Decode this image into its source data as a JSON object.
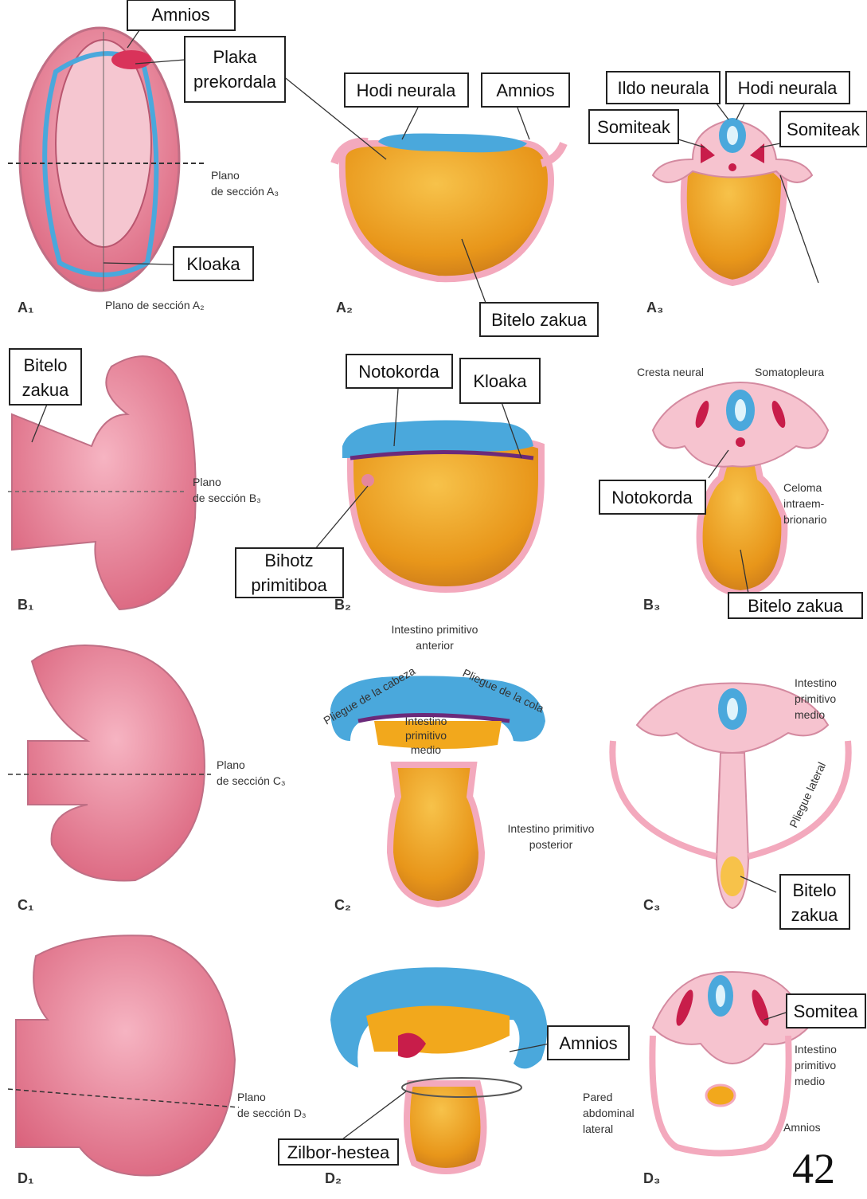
{
  "page_number": "42",
  "colors": {
    "ectoderm": "#4aa8dc",
    "yolk": "#f2a81c",
    "tissue": "#f6c3cf",
    "embryo": "#e98f9f",
    "notochord": "#c81d4a",
    "outline": "#c06f85"
  },
  "panels": {
    "A1": "A₁",
    "A2": "A₂",
    "A3": "A₃",
    "B1": "B₁",
    "B2": "B₂",
    "B3": "B₃",
    "C1": "C₁",
    "C2": "C₂",
    "C3": "C₃",
    "D1": "D₁",
    "D2": "D₂",
    "D3": "D₃"
  },
  "boxed_labels": {
    "amnios_a1": "Amnios",
    "plaka_1": "Plaka",
    "plaka_2": "prekordala",
    "kloaka_a1": "Kloaka",
    "hodi_neurala_a2": "Hodi neurala",
    "amnios_a2": "Amnios",
    "bitelo_zakua_a2": "Bitelo zakua",
    "ildo_neurala": "Ildo neurala",
    "hodi_neurala_a3": "Hodi neurala",
    "somiteak_left": "Somiteak",
    "somiteak_right": "Somiteak",
    "bitelo_b1_1": "Bitelo",
    "bitelo_b1_2": "zakua",
    "notokorda_b2": "Notokorda",
    "kloaka_b2": "Kloaka",
    "bihotz_1": "Bihotz",
    "bihotz_2": "primitiboa",
    "notokorda_b3": "Notokorda",
    "bitelo_zakua_b3": "Bitelo zakua",
    "bitelo_c3_1": "Bitelo",
    "bitelo_c3_2": "zakua",
    "somitea": "Somitea",
    "amnios_d2": "Amnios",
    "zilbor_hestea": "Zilbor-hestea"
  },
  "small_labels": {
    "plano_a3_1": "Plano",
    "plano_a3_2": "de sección A₃",
    "plano_a2": "Plano de sección A₂",
    "plano_b3_1": "Plano",
    "plano_b3_2": "de sección B₃",
    "plano_c3_1": "Plano",
    "plano_c3_2": "de sección C₃",
    "plano_d3_1": "Plano",
    "plano_d3_2": "de sección D₃",
    "cresta_neural": "Cresta neural",
    "somatopleura": "Somatopleura",
    "celoma_1": "Celoma",
    "celoma_2": "intraem-",
    "celoma_3": "brionario",
    "intestino_anterior_1": "Intestino primitivo",
    "intestino_anterior_2": "anterior",
    "pliegue_cabeza": "Pliegue de la cabeza",
    "pliegue_cola": "Pliegue de la cola",
    "intestino_medio_c2_1": "Intestino",
    "intestino_medio_c2_2": "primitivo",
    "intestino_medio_c2_3": "medio",
    "intestino_posterior_1": "Intestino primitivo",
    "intestino_posterior_2": "posterior",
    "intestino_medio_c3_1": "Intestino",
    "intestino_medio_c3_2": "primitivo",
    "intestino_medio_c3_3": "medio",
    "pliegue_lateral": "Pliegue lateral",
    "intestino_medio_d3_1": "Intestino",
    "intestino_medio_d3_2": "primitivo",
    "intestino_medio_d3_3": "medio",
    "pared_1": "Pared",
    "pared_2": "abdominal",
    "pared_3": "lateral",
    "amnios_d3": "Amnios"
  }
}
